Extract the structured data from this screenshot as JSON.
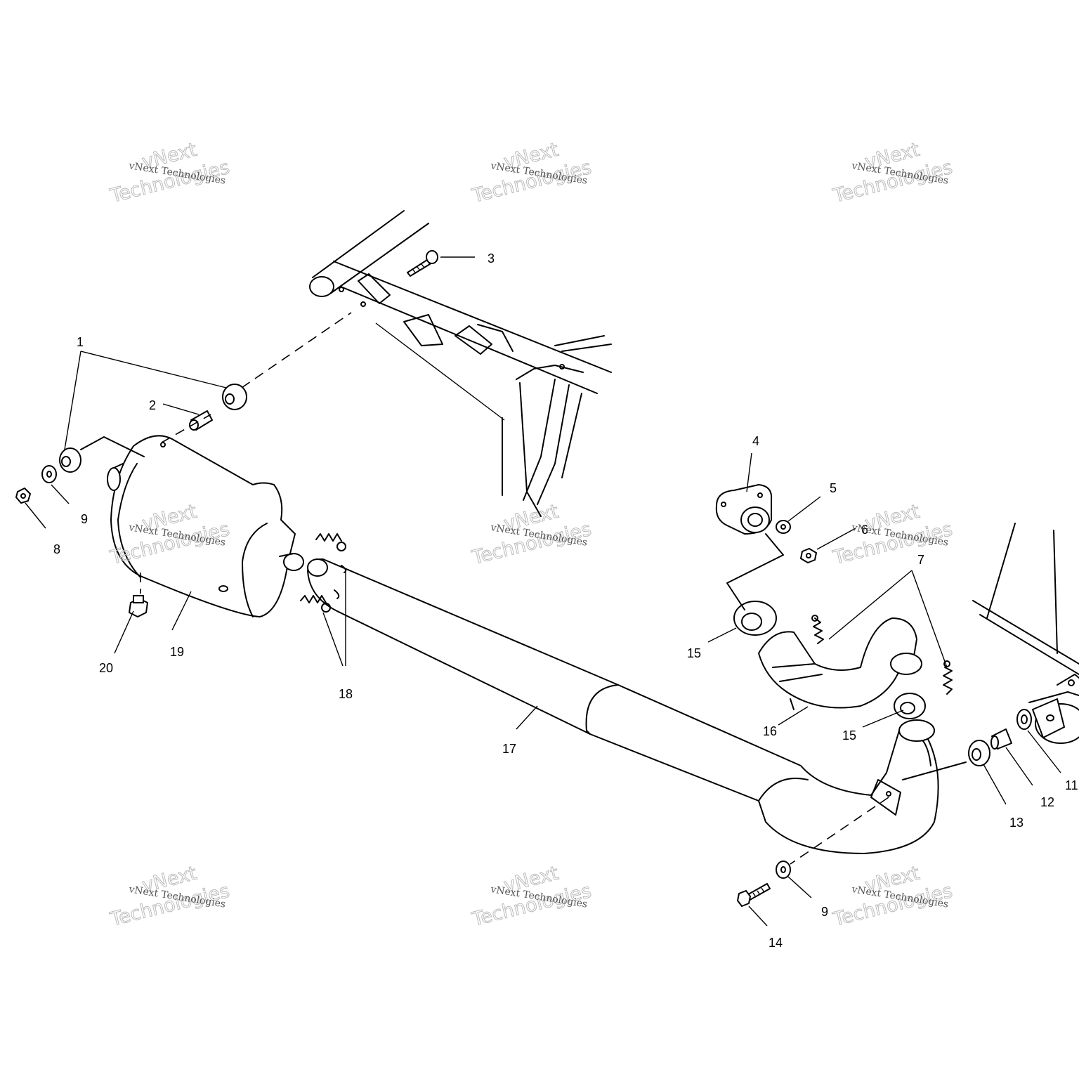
{
  "callouts": {
    "c1": "1",
    "c2": "2",
    "c3": "3",
    "c4": "4",
    "c5": "5",
    "c6": "6",
    "c7": "7",
    "c8": "8",
    "c9a": "9",
    "c9b": "9",
    "c11": "11",
    "c12": "12",
    "c13": "13",
    "c14": "14",
    "c15a": "15",
    "c15b": "15",
    "c16": "16",
    "c17": "17",
    "c18": "18",
    "c19": "19",
    "c20": "20"
  },
  "watermark": {
    "line": "vNext Technologies",
    "big1": "vNext",
    "big2": "Technologies"
  }
}
